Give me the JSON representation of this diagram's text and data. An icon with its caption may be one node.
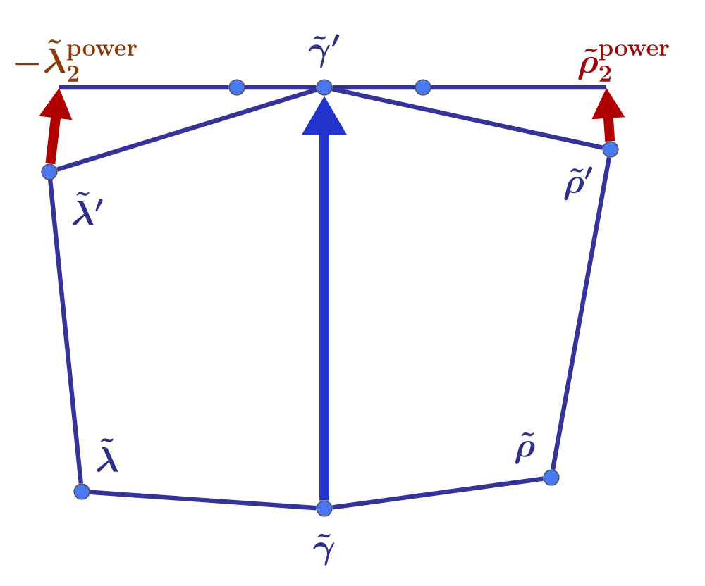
{
  "diagram": {
    "nodes": [
      {
        "text": [],
        "shape": "circle",
        "beside": [
          "\\tilde{\\lambda}'"
        ]
      },
      {
        "text": [],
        "shape": "circle",
        "beside": [
          "\\tilde{\\gamma}'"
        ]
      },
      {
        "text": [],
        "shape": "circle",
        "beside": [
          "\\tilde{\\rho}'"
        ]
      },
      {
        "text": [],
        "shape": "circle",
        "beside": [
          "\\tilde{\\lambda}"
        ]
      },
      {
        "text": [],
        "shape": "circle",
        "beside": [
          "\\tilde{\\gamma}"
        ]
      },
      {
        "text": [],
        "shape": "circle",
        "beside": [
          "\\tilde{\\rho}"
        ]
      },
      {
        "text": [],
        "shape": "circle"
      },
      {
        "text": [],
        "shape": "circle"
      },
      {
        "text": [
          "-\\tilde{\\lambda}_2^{\\mathbf{power}}"
        ]
      },
      {
        "text": [
          "\\tilde{\\rho}_2^{\\mathbf{power}}"
        ]
      }
    ],
    "edges": [
      {
        "from": 8,
        "to": 6,
        "arrow": "none"
      },
      {
        "from": 6,
        "to": 1,
        "arrow": "none"
      },
      {
        "from": 1,
        "to": 7,
        "arrow": "none"
      },
      {
        "from": 7,
        "to": 9,
        "arrow": "none"
      },
      {
        "from": 0,
        "to": 1,
        "arrow": "none"
      },
      {
        "from": 2,
        "to": 1,
        "arrow": "none"
      },
      {
        "from": 0,
        "to": 3,
        "arrow": "none"
      },
      {
        "from": 3,
        "to": 4,
        "arrow": "none"
      },
      {
        "from": 4,
        "to": 5,
        "arrow": "none"
      },
      {
        "from": 5,
        "to": 2,
        "arrow": "none"
      },
      {
        "from": 4,
        "to": 1,
        "arrow": "to",
        "style": "thick",
        "color": "#2233cc"
      },
      {
        "from": 0,
        "to": 8,
        "arrow": "to",
        "style": "thick",
        "color": "#b00000"
      },
      {
        "from": 2,
        "to": 9,
        "arrow": "to",
        "style": "thick",
        "color": "#b00000"
      }
    ]
  }
}
